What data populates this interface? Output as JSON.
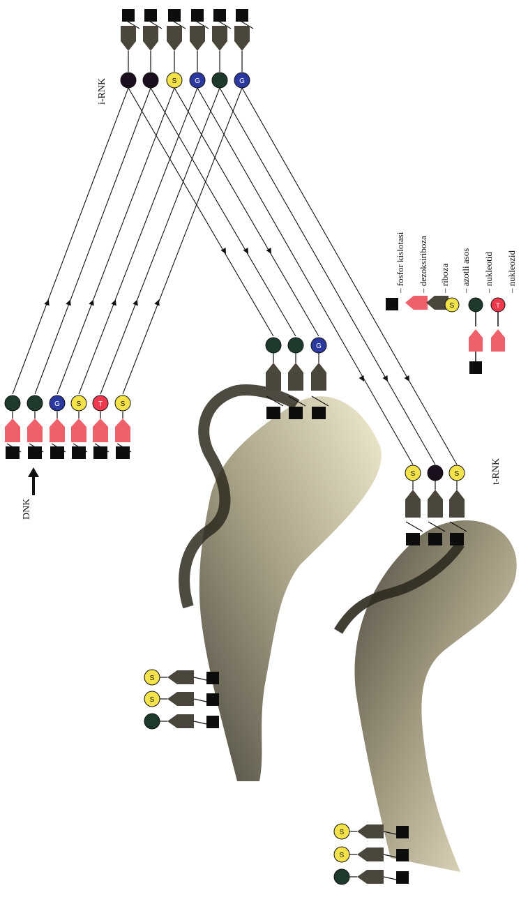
{
  "labels": {
    "dnk": "DNK",
    "irnk": "i-RNK",
    "trnk": "t-RNK"
  },
  "legend": [
    {
      "icon": "phosphate-square",
      "text": "– fosfor kislotasi"
    },
    {
      "icon": "deoxyribose-pentagon",
      "text": "– dezoksiriboza"
    },
    {
      "icon": "ribose-pentagon",
      "text": "– riboza"
    },
    {
      "icon": "nitrogen-base-circle",
      "text": "– azotli asos"
    },
    {
      "icon": "nucleotide-stack",
      "text": "– nukleotid"
    },
    {
      "icon": "nucleoside-stack",
      "text": "– nukleozid"
    }
  ],
  "bases": {
    "dnk": [
      "",
      "",
      "G",
      "S",
      "T",
      "S"
    ],
    "irnk": [
      "",
      "",
      "S",
      "G",
      "",
      "G"
    ],
    "trnk_top": [
      "",
      "",
      "G"
    ],
    "trnk_right": [
      "S",
      "",
      "S"
    ],
    "trnk_left": [
      "S",
      "S",
      ""
    ],
    "trnk_bottom": [
      "S",
      "S",
      ""
    ]
  },
  "colors": {
    "phosphate": "#0d0d0d",
    "deoxyribose": "#f0606a",
    "ribose": "#4a463c",
    "base_s": "#f4e24a",
    "base_g": "#2a38a0",
    "base_dark": "#1d3a2c",
    "base_t": "#ef3a4e",
    "base_black": "#1a0f1e",
    "ribbon_dark": "#2e2a1f",
    "ribbon_light": "#e7dfb5"
  }
}
